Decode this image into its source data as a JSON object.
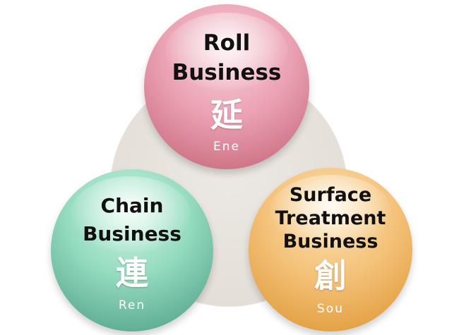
{
  "diagram": {
    "circles": [
      {
        "id": "roll",
        "title_lines": [
          "Roll",
          "Business"
        ],
        "kanji": "延",
        "romaji": "Ene",
        "color": "#eba2b3"
      },
      {
        "id": "chain",
        "title_lines": [
          "Chain",
          "Business"
        ],
        "kanji": "連",
        "romaji": "Ren",
        "color": "#96dcc0"
      },
      {
        "id": "surface",
        "title_lines": [
          "Surface",
          "Treatment",
          "Business"
        ],
        "kanji": "創",
        "romaji": "Sou",
        "color": "#f4c27a"
      }
    ],
    "background_color": "#e4dfd8"
  }
}
